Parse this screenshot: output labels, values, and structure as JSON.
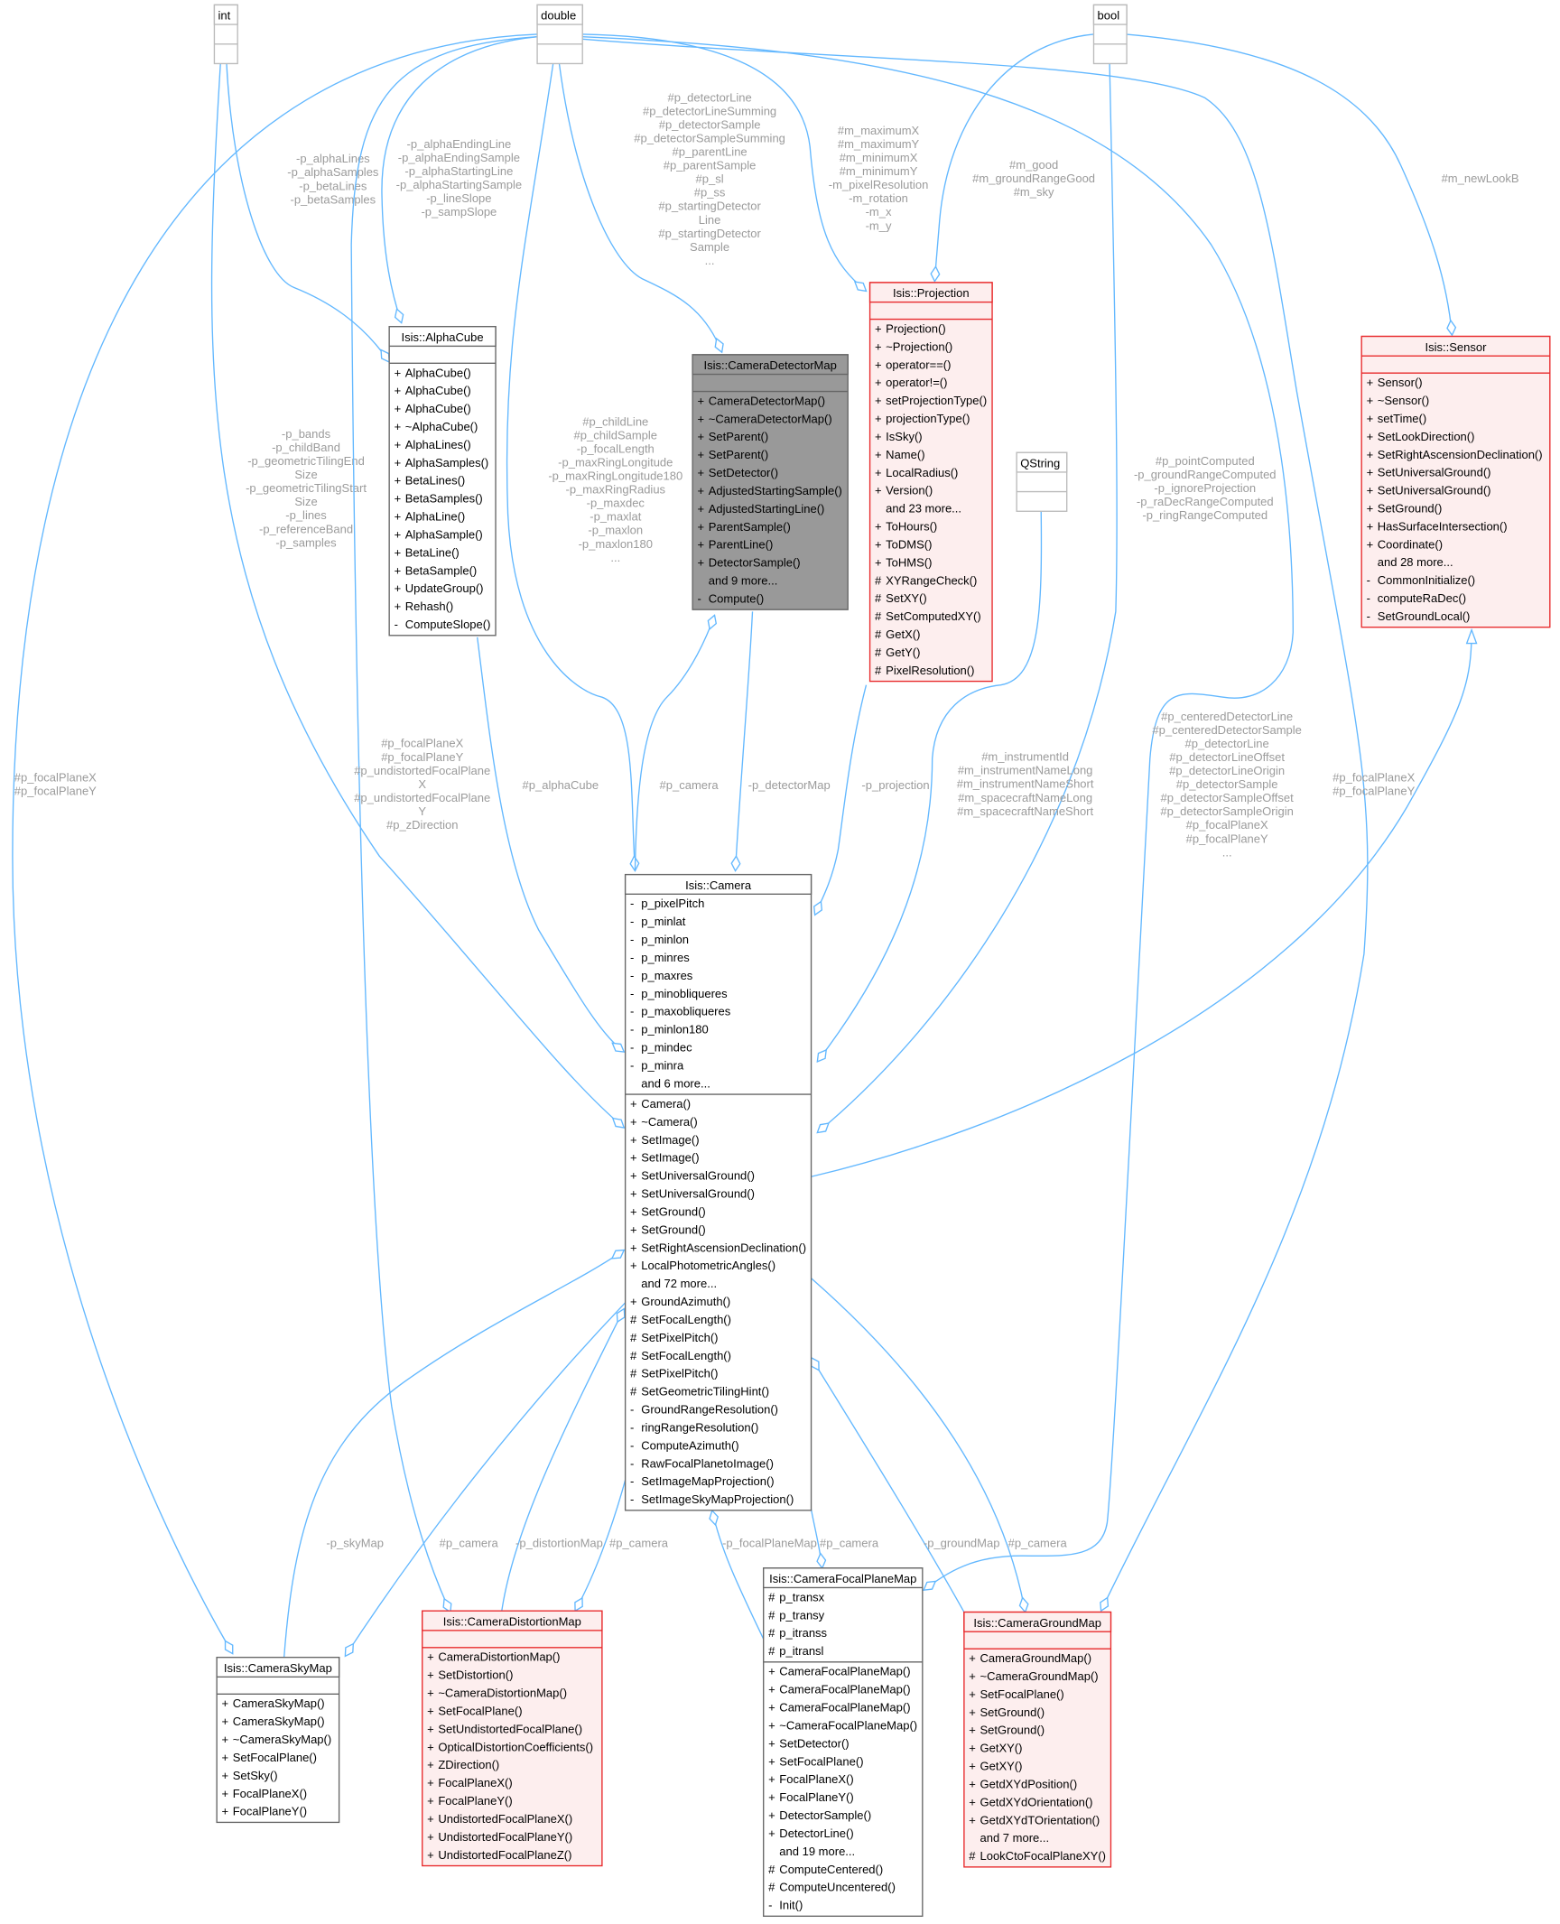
{
  "colors": {
    "edge": "#63b8ff",
    "label": "#9b9b9b",
    "red_border": "#e8292b",
    "red_fill": "#fdeeee",
    "gray_fill": "#999999",
    "box_border": "#666666",
    "basic_border": "#bbbbbb"
  },
  "classes": {
    "int": {
      "name": "int",
      "kind": "basic",
      "attrs": [],
      "methods": []
    },
    "double": {
      "name": "double",
      "kind": "basic",
      "attrs": [],
      "methods": []
    },
    "bool": {
      "name": "bool",
      "kind": "basic",
      "attrs": [],
      "methods": []
    },
    "qstring": {
      "name": "QString",
      "kind": "basic",
      "attrs": [],
      "methods": []
    },
    "alphacube": {
      "name": "Isis::AlphaCube",
      "kind": "normal",
      "attrs": [],
      "methods": [
        [
          "+",
          "AlphaCube()"
        ],
        [
          "+",
          "AlphaCube()"
        ],
        [
          "+",
          "AlphaCube()"
        ],
        [
          "+",
          "~AlphaCube()"
        ],
        [
          "+",
          "AlphaLines()"
        ],
        [
          "+",
          "AlphaSamples()"
        ],
        [
          "+",
          "BetaLines()"
        ],
        [
          "+",
          "BetaSamples()"
        ],
        [
          "+",
          "AlphaLine()"
        ],
        [
          "+",
          "AlphaSample()"
        ],
        [
          "+",
          "BetaLine()"
        ],
        [
          "+",
          "BetaSample()"
        ],
        [
          "+",
          "UpdateGroup()"
        ],
        [
          "+",
          "Rehash()"
        ],
        [
          "-",
          "ComputeSlope()"
        ]
      ]
    },
    "cameradetectormap": {
      "name": "Isis::CameraDetectorMap",
      "kind": "gray",
      "attrs": [],
      "methods": [
        [
          "+",
          "CameraDetectorMap()"
        ],
        [
          "+",
          "~CameraDetectorMap()"
        ],
        [
          "+",
          "SetParent()"
        ],
        [
          "+",
          "SetParent()"
        ],
        [
          "+",
          "SetDetector()"
        ],
        [
          "+",
          "AdjustedStartingSample()"
        ],
        [
          "+",
          "AdjustedStartingLine()"
        ],
        [
          "+",
          "ParentSample()"
        ],
        [
          "+",
          "ParentLine()"
        ],
        [
          "+",
          "DetectorSample()"
        ],
        [
          "",
          "and 9 more..."
        ],
        [
          "-",
          "Compute()"
        ]
      ]
    },
    "projection": {
      "name": "Isis::Projection",
      "kind": "red",
      "attrs": [],
      "methods": [
        [
          "+",
          "Projection()"
        ],
        [
          "+",
          "~Projection()"
        ],
        [
          "+",
          "operator==()"
        ],
        [
          "+",
          "operator!=()"
        ],
        [
          "+",
          "setProjectionType()"
        ],
        [
          "+",
          "projectionType()"
        ],
        [
          "+",
          "IsSky()"
        ],
        [
          "+",
          "Name()"
        ],
        [
          "+",
          "LocalRadius()"
        ],
        [
          "+",
          "Version()"
        ],
        [
          "",
          "and 23 more..."
        ],
        [
          "+",
          "ToHours()"
        ],
        [
          "+",
          "ToDMS()"
        ],
        [
          "+",
          "ToHMS()"
        ],
        [
          "#",
          "XYRangeCheck()"
        ],
        [
          "#",
          "SetXY()"
        ],
        [
          "#",
          "SetComputedXY()"
        ],
        [
          "#",
          "GetX()"
        ],
        [
          "#",
          "GetY()"
        ],
        [
          "#",
          "PixelResolution()"
        ]
      ]
    },
    "sensor": {
      "name": "Isis::Sensor",
      "kind": "red",
      "attrs": [],
      "methods": [
        [
          "+",
          "Sensor()"
        ],
        [
          "+",
          "~Sensor()"
        ],
        [
          "+",
          "setTime()"
        ],
        [
          "+",
          "SetLookDirection()"
        ],
        [
          "+",
          "SetRightAscensionDeclination()"
        ],
        [
          "+",
          "SetUniversalGround()"
        ],
        [
          "+",
          "SetUniversalGround()"
        ],
        [
          "+",
          "SetGround()"
        ],
        [
          "+",
          "HasSurfaceIntersection()"
        ],
        [
          "+",
          "Coordinate()"
        ],
        [
          "",
          "and 28 more..."
        ],
        [
          "-",
          "CommonInitialize()"
        ],
        [
          "-",
          "computeRaDec()"
        ],
        [
          "-",
          "SetGroundLocal()"
        ]
      ]
    },
    "camera": {
      "name": "Isis::Camera",
      "kind": "normal",
      "attrs": [
        [
          "-",
          "p_pixelPitch"
        ],
        [
          "-",
          "p_minlat"
        ],
        [
          "-",
          "p_minlon"
        ],
        [
          "-",
          "p_minres"
        ],
        [
          "-",
          "p_maxres"
        ],
        [
          "-",
          "p_minobliqueres"
        ],
        [
          "-",
          "p_maxobliqueres"
        ],
        [
          "-",
          "p_minlon180"
        ],
        [
          "-",
          "p_mindec"
        ],
        [
          "-",
          "p_minra"
        ],
        [
          "",
          "and 6 more..."
        ]
      ],
      "methods": [
        [
          "+",
          "Camera()"
        ],
        [
          "+",
          "~Camera()"
        ],
        [
          "+",
          "SetImage()"
        ],
        [
          "+",
          "SetImage()"
        ],
        [
          "+",
          "SetUniversalGround()"
        ],
        [
          "+",
          "SetUniversalGround()"
        ],
        [
          "+",
          "SetGround()"
        ],
        [
          "+",
          "SetGround()"
        ],
        [
          "+",
          "SetRightAscensionDeclination()"
        ],
        [
          "+",
          "LocalPhotometricAngles()"
        ],
        [
          "",
          "and 72 more..."
        ],
        [
          "+",
          "GroundAzimuth()"
        ],
        [
          "#",
          "SetFocalLength()"
        ],
        [
          "#",
          "SetPixelPitch()"
        ],
        [
          "#",
          "SetFocalLength()"
        ],
        [
          "#",
          "SetPixelPitch()"
        ],
        [
          "#",
          "SetGeometricTilingHint()"
        ],
        [
          "-",
          "GroundRangeResolution()"
        ],
        [
          "-",
          "ringRangeResolution()"
        ],
        [
          "-",
          "ComputeAzimuth()"
        ],
        [
          "-",
          "RawFocalPlanetoImage()"
        ],
        [
          "-",
          "SetImageMapProjection()"
        ],
        [
          "-",
          "SetImageSkyMapProjection()"
        ]
      ]
    },
    "cameraskymap": {
      "name": "Isis::CameraSkyMap",
      "kind": "normal",
      "attrs": [],
      "methods": [
        [
          "+",
          "CameraSkyMap()"
        ],
        [
          "+",
          "CameraSkyMap()"
        ],
        [
          "+",
          "~CameraSkyMap()"
        ],
        [
          "+",
          "SetFocalPlane()"
        ],
        [
          "+",
          "SetSky()"
        ],
        [
          "+",
          "FocalPlaneX()"
        ],
        [
          "+",
          "FocalPlaneY()"
        ]
      ]
    },
    "cameradistortionmap": {
      "name": "Isis::CameraDistortionMap",
      "kind": "red",
      "attrs": [],
      "methods": [
        [
          "+",
          "CameraDistortionMap()"
        ],
        [
          "+",
          "SetDistortion()"
        ],
        [
          "+",
          "~CameraDistortionMap()"
        ],
        [
          "+",
          "SetFocalPlane()"
        ],
        [
          "+",
          "SetUndistortedFocalPlane()"
        ],
        [
          "+",
          "OpticalDistortionCoefficients()"
        ],
        [
          "+",
          "ZDirection()"
        ],
        [
          "+",
          "FocalPlaneX()"
        ],
        [
          "+",
          "FocalPlaneY()"
        ],
        [
          "+",
          "UndistortedFocalPlaneX()"
        ],
        [
          "+",
          "UndistortedFocalPlaneY()"
        ],
        [
          "+",
          "UndistortedFocalPlaneZ()"
        ]
      ]
    },
    "camerafocalplanemap": {
      "name": "Isis::CameraFocalPlaneMap",
      "kind": "normal",
      "attrs": [
        [
          "#",
          "p_transx"
        ],
        [
          "#",
          "p_transy"
        ],
        [
          "#",
          "p_itranss"
        ],
        [
          "#",
          "p_itransl"
        ]
      ],
      "methods": [
        [
          "+",
          "CameraFocalPlaneMap()"
        ],
        [
          "+",
          "CameraFocalPlaneMap()"
        ],
        [
          "+",
          "CameraFocalPlaneMap()"
        ],
        [
          "+",
          "~CameraFocalPlaneMap()"
        ],
        [
          "+",
          "SetDetector()"
        ],
        [
          "+",
          "SetFocalPlane()"
        ],
        [
          "+",
          "FocalPlaneX()"
        ],
        [
          "+",
          "FocalPlaneY()"
        ],
        [
          "+",
          "DetectorSample()"
        ],
        [
          "+",
          "DetectorLine()"
        ],
        [
          "",
          "and 19 more..."
        ],
        [
          "#",
          "ComputeCentered()"
        ],
        [
          "#",
          "ComputeUncentered()"
        ],
        [
          "-",
          "Init()"
        ]
      ]
    },
    "cameragroundmap": {
      "name": "Isis::CameraGroundMap",
      "kind": "red",
      "attrs": [],
      "methods": [
        [
          "+",
          "CameraGroundMap()"
        ],
        [
          "+",
          "~CameraGroundMap()"
        ],
        [
          "+",
          "SetFocalPlane()"
        ],
        [
          "+",
          "SetGround()"
        ],
        [
          "+",
          "SetGround()"
        ],
        [
          "+",
          "GetXY()"
        ],
        [
          "+",
          "GetXY()"
        ],
        [
          "+",
          "GetdXYdPosition()"
        ],
        [
          "+",
          "GetdXYdOrientation()"
        ],
        [
          "+",
          "GetdXYdTOrientation()"
        ],
        [
          "",
          "and 7 more..."
        ],
        [
          "#",
          "LookCtoFocalPlaneXY()"
        ]
      ]
    }
  },
  "edges": [
    {
      "from": "int",
      "to": "alphacube",
      "type": "usage",
      "label": [
        "-p_alphaLines",
        "-p_alphaSamples",
        "-p_betaLines",
        "-p_betaSamples"
      ]
    },
    {
      "from": "double",
      "to": "alphacube",
      "type": "usage",
      "label": [
        "-p_alphaEndingLine",
        "-p_alphaEndingSample",
        "-p_alphaStartingLine",
        "-p_alphaStartingSample",
        "-p_lineSlope",
        "-p_sampSlope"
      ]
    },
    {
      "from": "double",
      "to": "cameradetectormap",
      "type": "usage",
      "label": [
        "#p_detectorLine",
        "#p_detectorLineSumming",
        "#p_detectorSample",
        "#p_detectorSampleSumming",
        "#p_parentLine",
        "#p_parentSample",
        "#p_sl",
        "#p_ss",
        "#p_startingDetector",
        "Line",
        "#p_startingDetector",
        "Sample",
        "..."
      ]
    },
    {
      "from": "double",
      "to": "projection",
      "type": "usage",
      "label": [
        "#m_maximumX",
        "#m_maximumY",
        "#m_minimumX",
        "#m_minimumY",
        "-m_pixelResolution",
        "-m_rotation",
        "-m_x",
        "-m_y"
      ]
    },
    {
      "from": "bool",
      "to": "projection",
      "type": "usage",
      "label": [
        "#m_good",
        "#m_groundRangeGood",
        "#m_sky"
      ]
    },
    {
      "from": "bool",
      "to": "sensor",
      "type": "usage",
      "label": [
        "#m_newLookB"
      ]
    },
    {
      "from": "int",
      "to": "camera",
      "type": "usage",
      "label": [
        "-p_bands",
        "-p_childBand",
        "-p_geometricTilingEnd",
        "Size",
        "-p_geometricTilingStart",
        "Size",
        "-p_lines",
        "-p_referenceBand",
        "-p_samples"
      ]
    },
    {
      "from": "double",
      "to": "camera",
      "type": "usage",
      "label": [
        "#p_childLine",
        "#p_childSample",
        "-p_focalLength",
        "-p_maxRingLongitude",
        "-p_maxRingLongitude180",
        "-p_maxRingRadius",
        "-p_maxdec",
        "-p_maxlat",
        "-p_maxlon",
        "-p_maxlon180",
        "..."
      ]
    },
    {
      "from": "double",
      "to": "cameraskymap",
      "type": "usage",
      "label": [
        "#p_focalPlaneX",
        "#p_focalPlaneY"
      ]
    },
    {
      "from": "double",
      "to": "cameradistortionmap",
      "type": "usage",
      "label": [
        "#p_focalPlaneX",
        "#p_focalPlaneY",
        "#p_undistortedFocalPlane",
        "X",
        "#p_undistortedFocalPlane",
        "Y",
        "#p_zDirection"
      ]
    },
    {
      "from": "bool",
      "to": "camera",
      "type": "usage",
      "label": [
        "#p_pointComputed",
        "-p_groundRangeComputed",
        "-p_ignoreProjection",
        "-p_raDecRangeComputed",
        "-p_ringRangeComputed"
      ]
    },
    {
      "from": "qstring",
      "to": "camera",
      "type": "usage",
      "label": [
        "#m_instrumentId",
        "#m_instrumentNameLong",
        "#m_instrumentNameShort",
        "#m_spacecraftNameLong",
        "#m_spacecraftNameShort"
      ]
    },
    {
      "from": "projection",
      "to": "camera",
      "type": "usage",
      "label": [
        "-p_projection"
      ]
    },
    {
      "from": "cameradetectormap",
      "to": "camera",
      "type": "usage",
      "label": [
        "-p_detectorMap"
      ]
    },
    {
      "from": "camera",
      "to": "cameradetectormap",
      "type": "usage",
      "label": [
        "#p_camera"
      ]
    },
    {
      "from": "alphacube",
      "to": "camera",
      "type": "usage",
      "label": [
        "#p_alphaCube"
      ]
    },
    {
      "from": "double",
      "to": "camerafocalplanemap",
      "type": "usage",
      "label": [
        "#p_centeredDetectorLine",
        "#p_centeredDetectorSample",
        "#p_detectorLine",
        "#p_detectorLineOffset",
        "#p_detectorLineOrigin",
        "#p_detectorSample",
        "#p_detectorSampleOffset",
        "#p_detectorSampleOrigin",
        "#p_focalPlaneX",
        "#p_focalPlaneY",
        "..."
      ]
    },
    {
      "from": "double",
      "to": "cameragroundmap",
      "type": "usage",
      "label": [
        "#p_focalPlaneX",
        "#p_focalPlaneY"
      ]
    },
    {
      "from": "camera",
      "to": "cameraskymap",
      "type": "usage",
      "label": [
        "#p_camera"
      ]
    },
    {
      "from": "cameraskymap",
      "to": "camera",
      "type": "usage",
      "label": [
        "-p_skyMap"
      ]
    },
    {
      "from": "cameradistortionmap",
      "to": "camera",
      "type": "usage",
      "label": [
        "-p_distortionMap"
      ]
    },
    {
      "from": "camera",
      "to": "cameradistortionmap",
      "type": "usage",
      "label": [
        "#p_camera"
      ]
    },
    {
      "from": "camerafocalplanemap",
      "to": "camera",
      "type": "usage",
      "label": [
        "-p_focalPlaneMap"
      ]
    },
    {
      "from": "camera",
      "to": "camerafocalplanemap",
      "type": "usage",
      "label": [
        "#p_camera"
      ]
    },
    {
      "from": "cameragroundmap",
      "to": "camera",
      "type": "usage",
      "label": [
        "-p_groundMap"
      ]
    },
    {
      "from": "camera",
      "to": "cameragroundmap",
      "type": "usage",
      "label": [
        "#p_camera"
      ]
    },
    {
      "from": "camera",
      "to": "sensor",
      "type": "inheritance",
      "label": []
    }
  ]
}
